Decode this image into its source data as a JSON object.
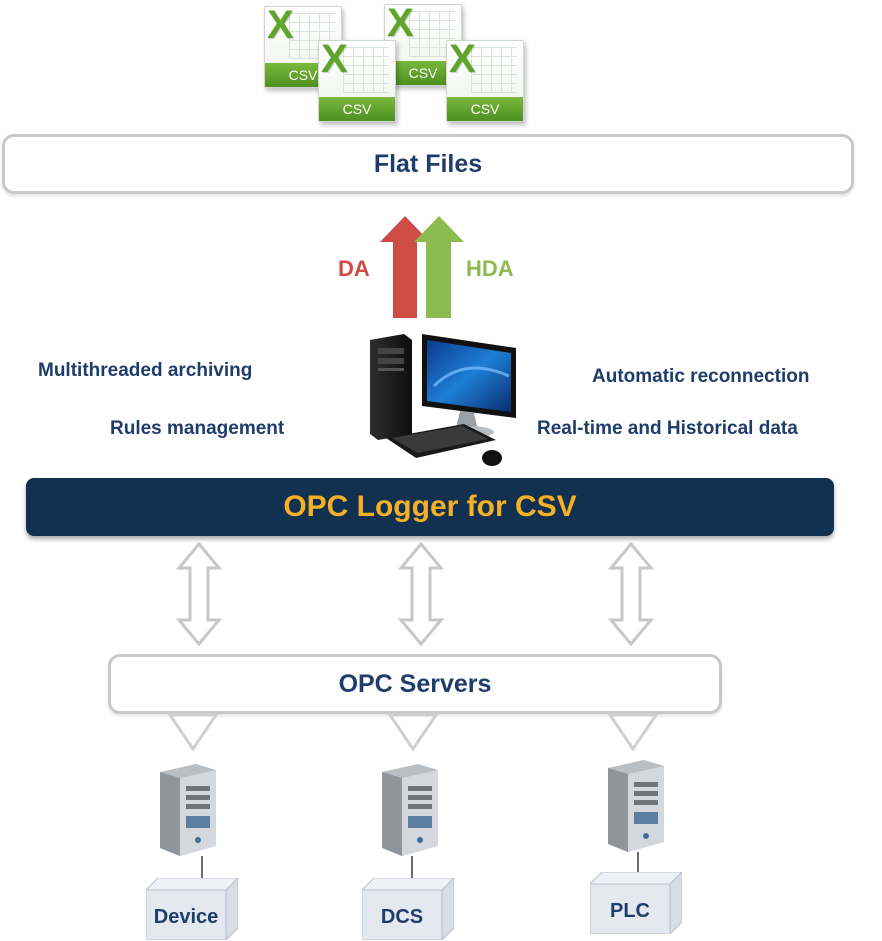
{
  "files": [
    {
      "label": "CSV",
      "icon": "excel-csv-icon"
    },
    {
      "label": "CSV",
      "icon": "excel-csv-icon"
    },
    {
      "label": "CSV",
      "icon": "excel-csv-icon"
    },
    {
      "label": "CSV",
      "icon": "excel-csv-icon"
    }
  ],
  "flat_files_label": "Flat Files",
  "arrows": {
    "da": "DA",
    "hda": "HDA",
    "da_color": "#cd4d45",
    "hda_color": "#8dbb4f"
  },
  "features": {
    "left_top": "Multithreaded archiving",
    "left_bottom": "Rules management",
    "right_top": "Automatic reconnection",
    "right_bottom": "Real-time and Historical data"
  },
  "logger_label": "OPC Logger for CSV",
  "servers_label": "OPC Servers",
  "endpoints": [
    {
      "label": "Device"
    },
    {
      "label": "DCS"
    },
    {
      "label": "PLC"
    }
  ],
  "colors": {
    "navy": "#12304f",
    "gold": "#f5b026",
    "text": "#1f3d6b"
  }
}
